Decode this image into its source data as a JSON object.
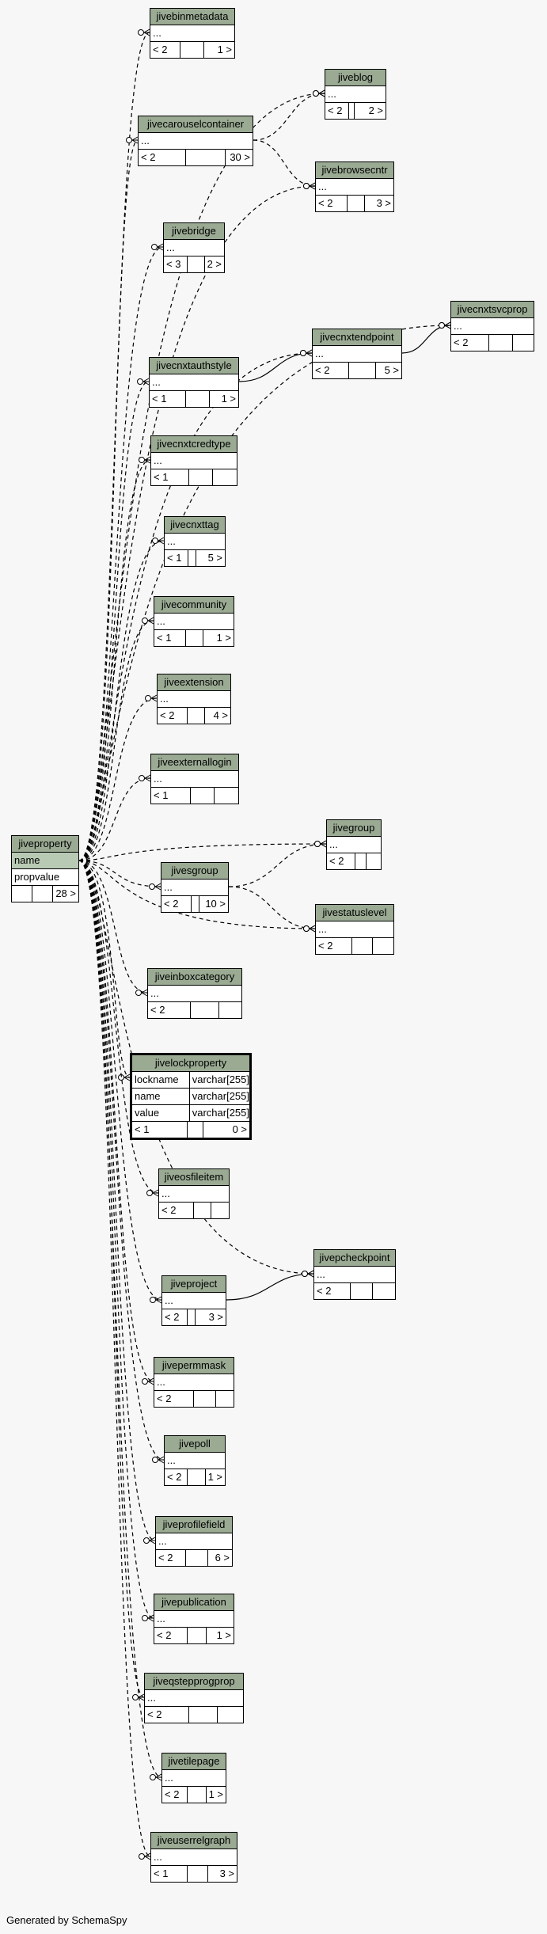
{
  "tables": {
    "jivebinmetadata": {
      "name": "jivebinmetadata",
      "rows": [
        "..."
      ],
      "footer": [
        "< 2",
        "",
        "1 >"
      ]
    },
    "jiveblog": {
      "name": "jiveblog",
      "rows": [
        "..."
      ],
      "footer": [
        "< 2",
        "",
        "2 >"
      ]
    },
    "jivecarouselcontainer": {
      "name": "jivecarouselcontainer",
      "rows": [
        "..."
      ],
      "footer": [
        "< 2",
        "",
        "30 >"
      ]
    },
    "jivebrowsecntr": {
      "name": "jivebrowsecntr",
      "rows": [
        "..."
      ],
      "footer": [
        "< 2",
        "",
        "3 >"
      ]
    },
    "jivebridge": {
      "name": "jivebridge",
      "rows": [
        "..."
      ],
      "footer": [
        "< 3",
        "",
        "2 >"
      ]
    },
    "jivecnxtsvcprop": {
      "name": "jivecnxtsvcprop",
      "rows": [
        "..."
      ],
      "footer": [
        "< 2",
        "",
        ""
      ]
    },
    "jivecnxtendpoint": {
      "name": "jivecnxtendpoint",
      "rows": [
        "..."
      ],
      "footer": [
        "< 2",
        "",
        "5 >"
      ]
    },
    "jivecnxtauthstyle": {
      "name": "jivecnxtauthstyle",
      "rows": [
        "..."
      ],
      "footer": [
        "< 1",
        "",
        "1 >"
      ]
    },
    "jivecnxtcredtype": {
      "name": "jivecnxtcredtype",
      "rows": [
        "..."
      ],
      "footer": [
        "< 1",
        "",
        ""
      ]
    },
    "jivecnxttag": {
      "name": "jivecnxttag",
      "rows": [
        "..."
      ],
      "footer": [
        "< 1",
        "",
        "5 >"
      ]
    },
    "jivecommunity": {
      "name": "jivecommunity",
      "rows": [
        "..."
      ],
      "footer": [
        "< 1",
        "",
        "1 >"
      ]
    },
    "jiveextension": {
      "name": "jiveextension",
      "rows": [
        "..."
      ],
      "footer": [
        "< 2",
        "",
        "4 >"
      ]
    },
    "jiveexternallogin": {
      "name": "jiveexternallogin",
      "rows": [
        "..."
      ],
      "footer": [
        "< 1",
        "",
        ""
      ]
    },
    "jiveproperty": {
      "name": "jiveproperty",
      "rows": [
        "name",
        "propvalue"
      ],
      "footer": [
        "",
        "",
        "28 >"
      ]
    },
    "jivegroup": {
      "name": "jivegroup",
      "rows": [
        "..."
      ],
      "footer": [
        "< 2",
        "",
        ""
      ]
    },
    "jivesgroup": {
      "name": "jivesgroup",
      "rows": [
        "..."
      ],
      "footer": [
        "< 2",
        "",
        "10 >"
      ]
    },
    "jivestatuslevel": {
      "name": "jivestatuslevel",
      "rows": [
        "..."
      ],
      "footer": [
        "< 2",
        "",
        ""
      ]
    },
    "jiveinboxcategory": {
      "name": "jiveinboxcategory",
      "rows": [
        "..."
      ],
      "footer": [
        "< 2",
        "",
        ""
      ]
    },
    "jivelockproperty": {
      "name": "jivelockproperty",
      "cols": [
        [
          "lockname",
          "varchar[255]"
        ],
        [
          "name",
          "varchar[255]"
        ],
        [
          "value",
          "varchar[255]"
        ]
      ],
      "footer": [
        "< 1",
        "",
        "0 >"
      ]
    },
    "jiveosfileitem": {
      "name": "jiveosfileitem",
      "rows": [
        "..."
      ],
      "footer": [
        "< 2",
        "",
        ""
      ]
    },
    "jivepcheckpoint": {
      "name": "jivepcheckpoint",
      "rows": [
        "..."
      ],
      "footer": [
        "< 2",
        "",
        ""
      ]
    },
    "jiveproject": {
      "name": "jiveproject",
      "rows": [
        "..."
      ],
      "footer": [
        "< 2",
        "",
        "3 >"
      ]
    },
    "jivepermmask": {
      "name": "jivepermmask",
      "rows": [
        "..."
      ],
      "footer": [
        "< 2",
        "",
        ""
      ]
    },
    "jivepoll": {
      "name": "jivepoll",
      "rows": [
        "..."
      ],
      "footer": [
        "< 2",
        "",
        "1 >"
      ]
    },
    "jiveprofilefield": {
      "name": "jiveprofilefield",
      "rows": [
        "..."
      ],
      "footer": [
        "< 2",
        "",
        "6 >"
      ]
    },
    "jivepublication": {
      "name": "jivepublication",
      "rows": [
        "..."
      ],
      "footer": [
        "< 2",
        "",
        "1 >"
      ]
    },
    "jiveqsteppprogprop": {
      "name": "jiveqstepprogprop",
      "rows": [
        "..."
      ],
      "footer": [
        "< 2",
        "",
        ""
      ]
    },
    "jivetilepage": {
      "name": "jivetilepage",
      "rows": [
        "..."
      ],
      "footer": [
        "< 2",
        "",
        "1 >"
      ]
    },
    "jiveuserrelgraph": {
      "name": "jiveuserrelgraph",
      "rows": [
        "..."
      ],
      "footer": [
        "< 1",
        "",
        "3 >"
      ]
    }
  },
  "footer_text": "Generated by SchemaSpy"
}
